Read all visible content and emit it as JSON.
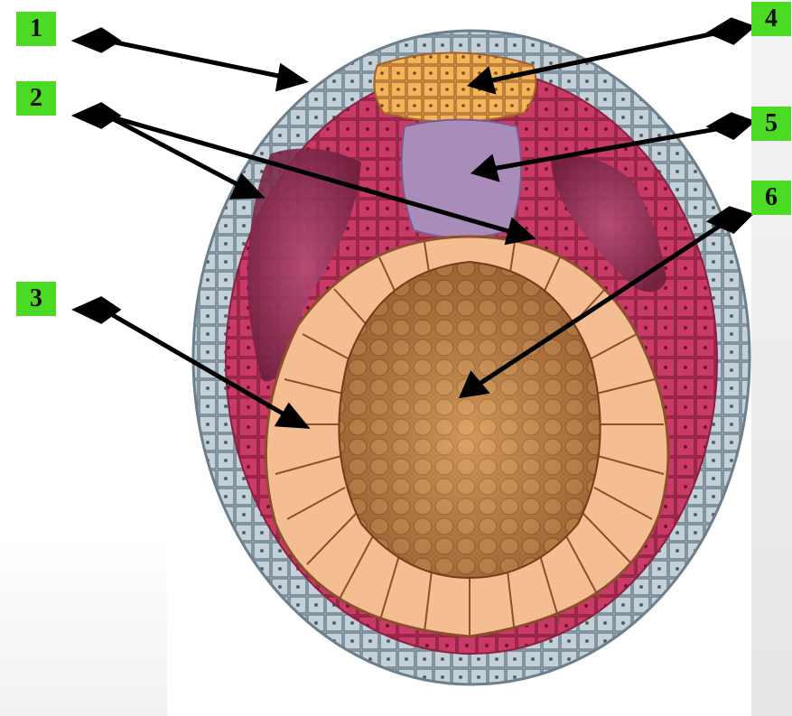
{
  "labels": [
    {
      "id": "1",
      "text": "1"
    },
    {
      "id": "2",
      "text": "2"
    },
    {
      "id": "3",
      "text": "3"
    },
    {
      "id": "4",
      "text": "4"
    },
    {
      "id": "5",
      "text": "5"
    },
    {
      "id": "6",
      "text": "6"
    }
  ],
  "colors": {
    "label_bg": "#4cdb24",
    "ectoderm_outer": "#b9c7d0",
    "mesoderm": "#c8325e",
    "endoderm": "#f4b98a",
    "neural_plate": "#f2a24a",
    "notochord": "#a889b8",
    "yolk": "#c98c4e",
    "arrow": "#000000"
  }
}
